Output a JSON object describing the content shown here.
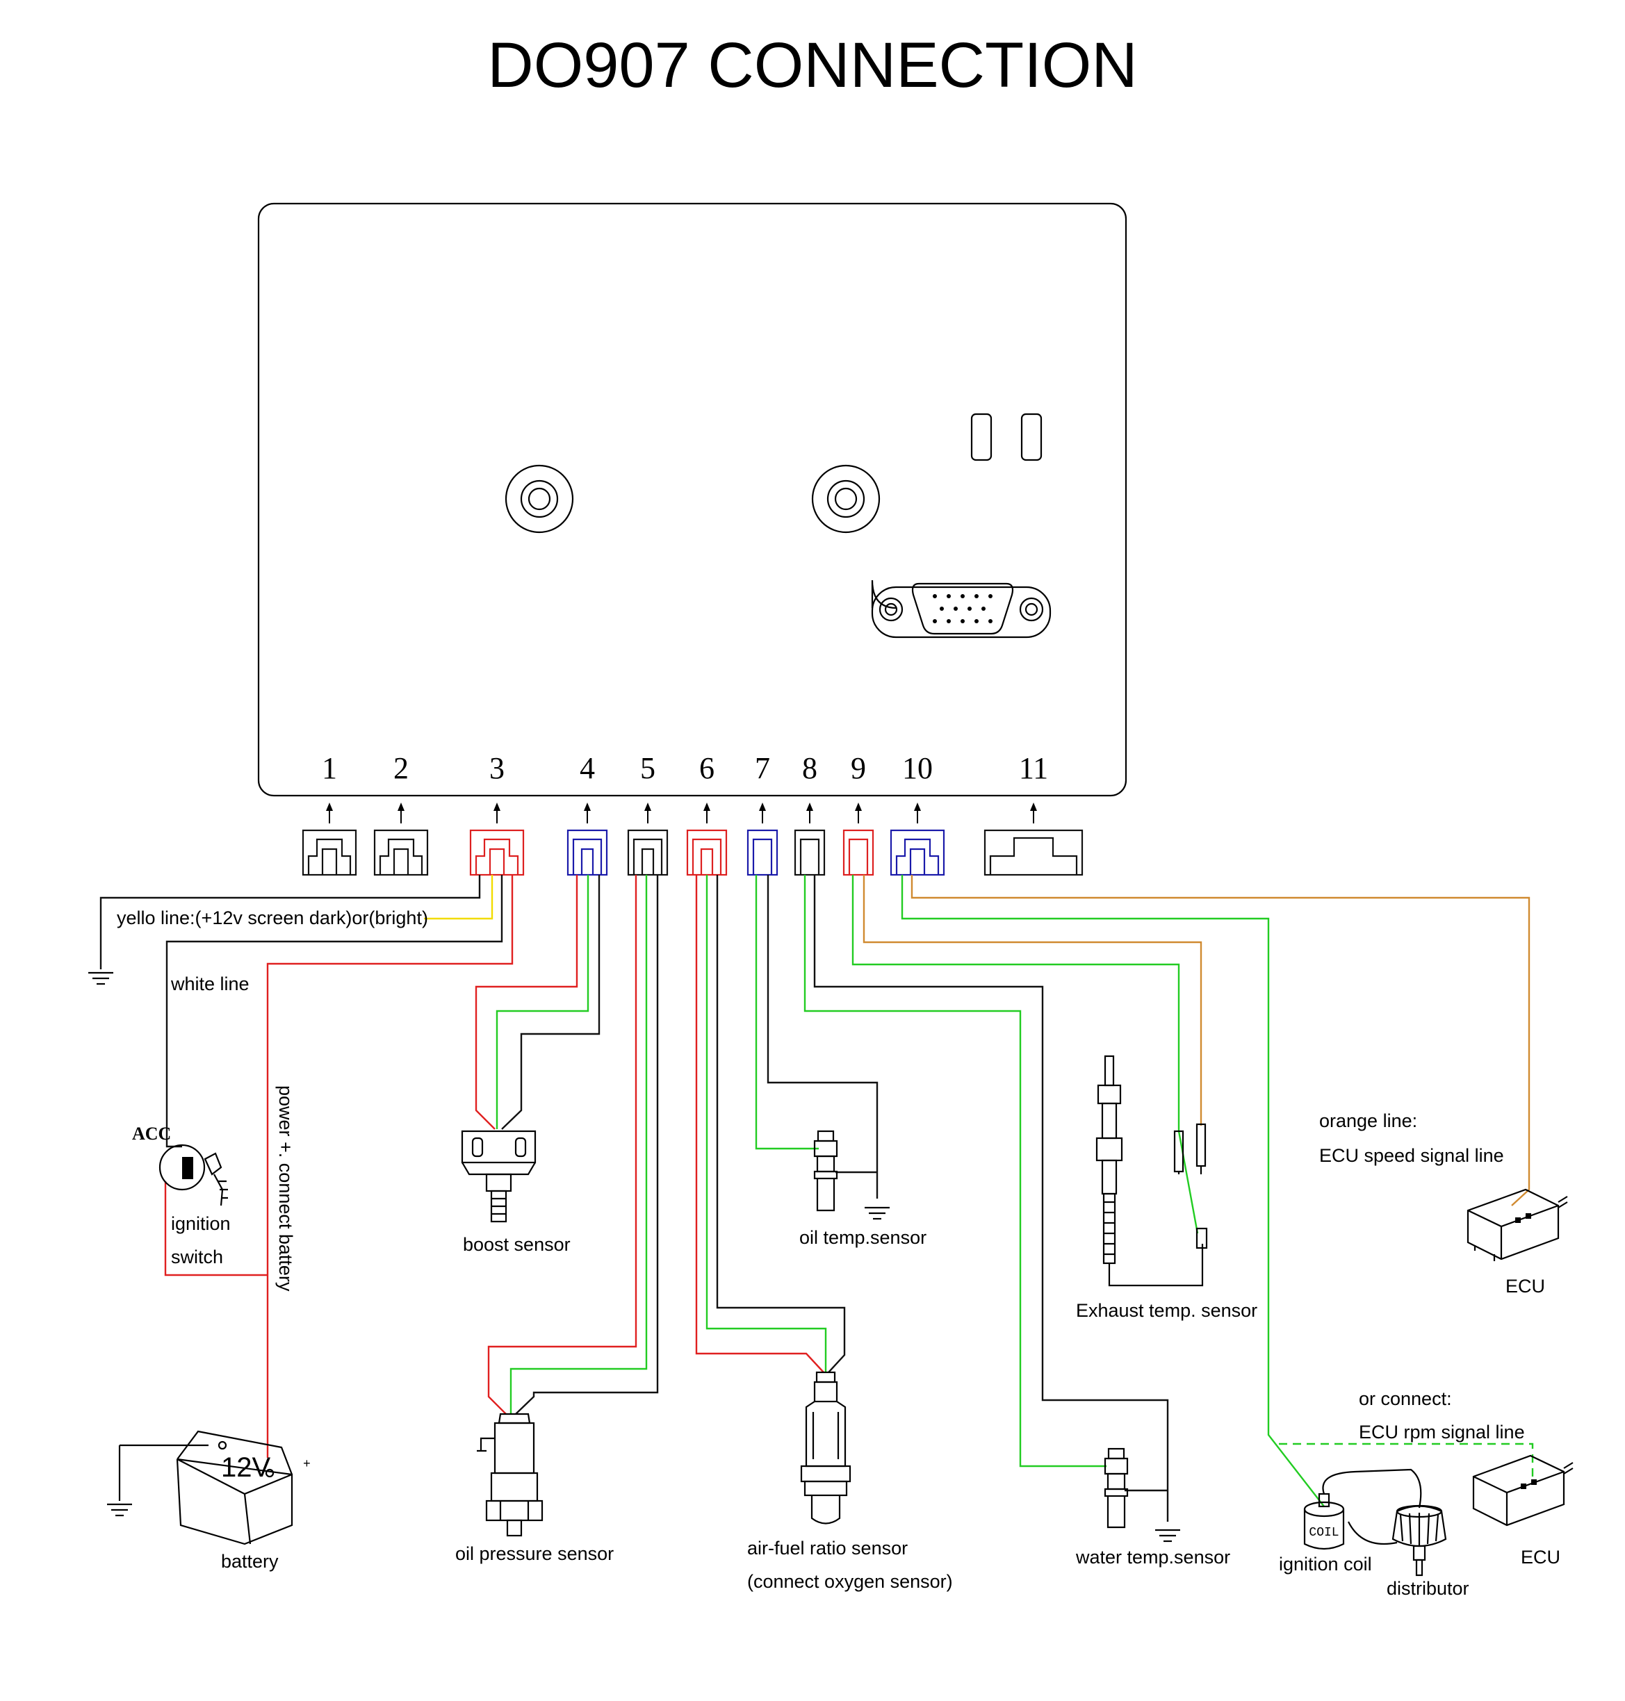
{
  "title": "DO907 CONNECTION",
  "pins": [
    "1",
    "2",
    "3",
    "4",
    "5",
    "6",
    "7",
    "8",
    "9",
    "10",
    "11"
  ],
  "wire_colors": {
    "red": "#e02020",
    "green": "#22cc22",
    "black": "#111111",
    "yellow": "#f2dc00",
    "orange": "#d08a30",
    "blue_connector": "#1a1aaa",
    "red_connector": "#dd2020"
  },
  "labels": {
    "yellow_line": "yello line:(+12v screen dark)or(bright)",
    "white_line": "white line",
    "acc": "ACC",
    "ignition_1": "ignition",
    "ignition_2": "switch",
    "power": "power +. connect battery",
    "battery_voltage": "12V",
    "battery": "battery",
    "boost": "boost sensor",
    "oil_temp": "oil temp.sensor",
    "exhaust": "Exhaust temp. sensor",
    "orange_1": "orange line:",
    "orange_2": "ECU speed signal line",
    "ecu_1": "ECU",
    "or_connect": "or  connect:",
    "rpm_line": "ECU rpm signal line",
    "ecu_2": "ECU",
    "oil_pressure": "oil pressure sensor",
    "afr_1": "air-fuel ratio sensor",
    "afr_2": "(connect oxygen sensor)",
    "water_temp": "water temp.sensor",
    "ignition_coil": "ignition coil",
    "coil": "COIL",
    "distributor": "distributor"
  }
}
